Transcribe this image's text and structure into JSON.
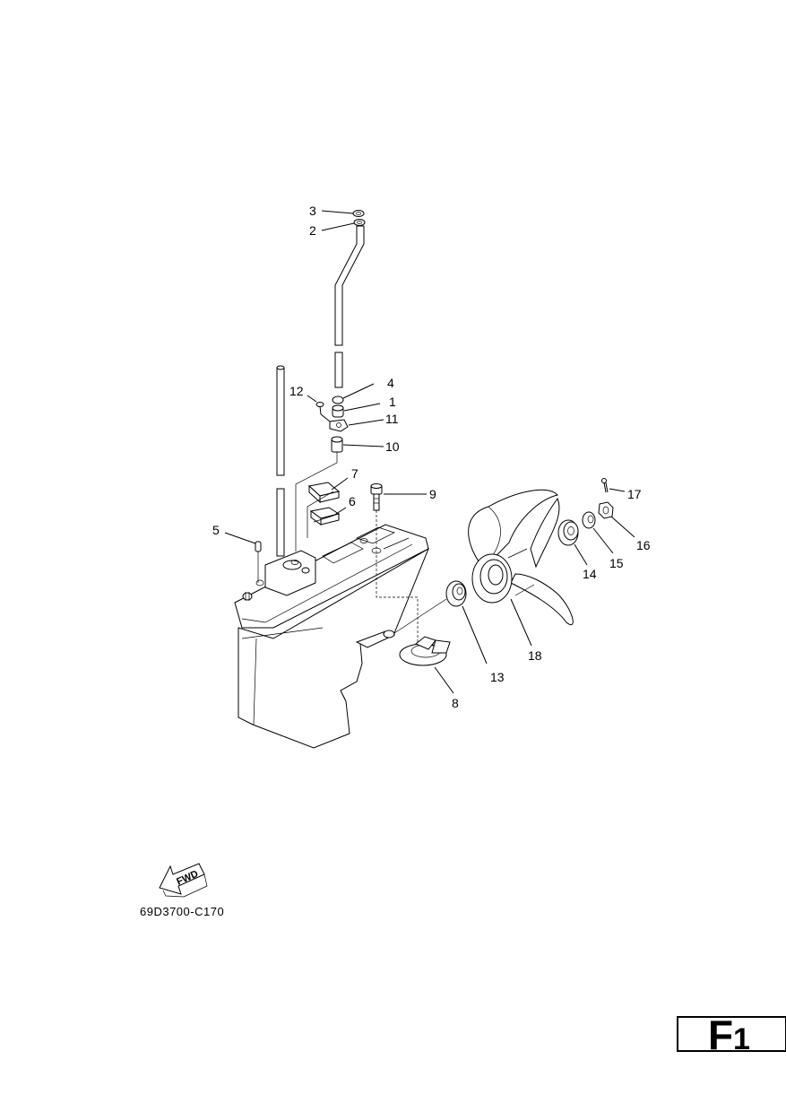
{
  "diagram": {
    "callouts": [
      {
        "id": "c1",
        "label": "1"
      },
      {
        "id": "c2",
        "label": "2"
      },
      {
        "id": "c3",
        "label": "3"
      },
      {
        "id": "c4",
        "label": "4"
      },
      {
        "id": "c5",
        "label": "5"
      },
      {
        "id": "c6",
        "label": "6"
      },
      {
        "id": "c7",
        "label": "7"
      },
      {
        "id": "c8",
        "label": "8"
      },
      {
        "id": "c9",
        "label": "9"
      },
      {
        "id": "c10",
        "label": "10"
      },
      {
        "id": "c11",
        "label": "11"
      },
      {
        "id": "c12",
        "label": "12"
      },
      {
        "id": "c13",
        "label": "13"
      },
      {
        "id": "c14",
        "label": "14"
      },
      {
        "id": "c15",
        "label": "15"
      },
      {
        "id": "c16",
        "label": "16"
      },
      {
        "id": "c17",
        "label": "17"
      },
      {
        "id": "c18",
        "label": "18"
      }
    ],
    "fwd_label": "FWD",
    "drawing_code": "69D3700-C170"
  },
  "page_tag": {
    "letter": "F",
    "number": "1"
  }
}
